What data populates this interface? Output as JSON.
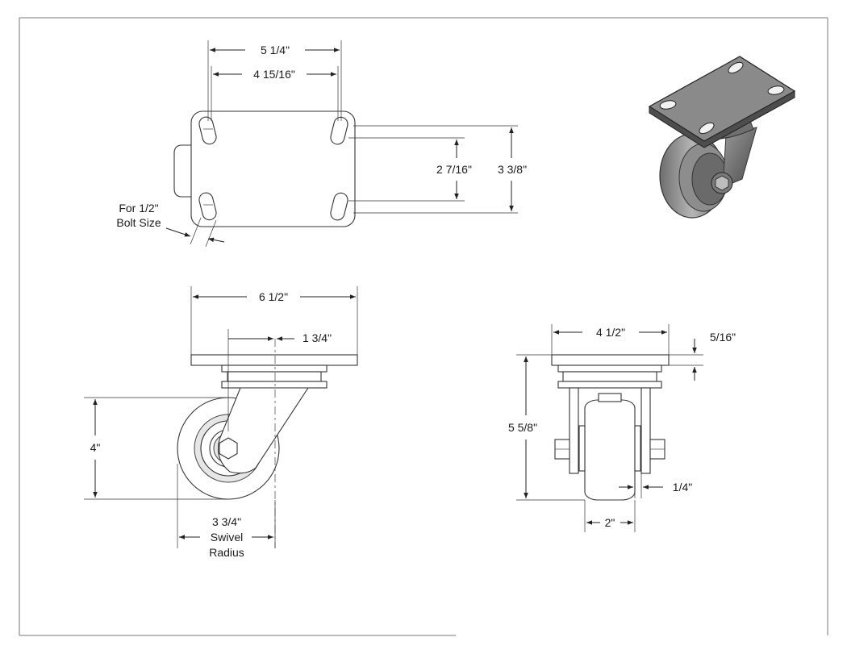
{
  "top_view": {
    "overall_width": "5 1/4\"",
    "bolt_spacing_width": "4 15/16\"",
    "bolt_spacing_length": "2 7/16\"",
    "overall_length": "3 3/8\"",
    "bolt_note_line1": "For 1/2\"",
    "bolt_note_line2": "Bolt Size"
  },
  "side_view": {
    "plate_width": "6 1/2\"",
    "swivel_offset": "1 3/4\"",
    "wheel_diameter": "4\"",
    "swivel_radius_value": "3 3/4\"",
    "swivel_radius_line2": "Swivel",
    "swivel_radius_line3": "Radius"
  },
  "front_view": {
    "plate_width": "4 1/2\"",
    "plate_thickness": "5/16\"",
    "overall_height": "5 5/8\"",
    "bearing_offset": "1/4\"",
    "wheel_width": "2\""
  }
}
